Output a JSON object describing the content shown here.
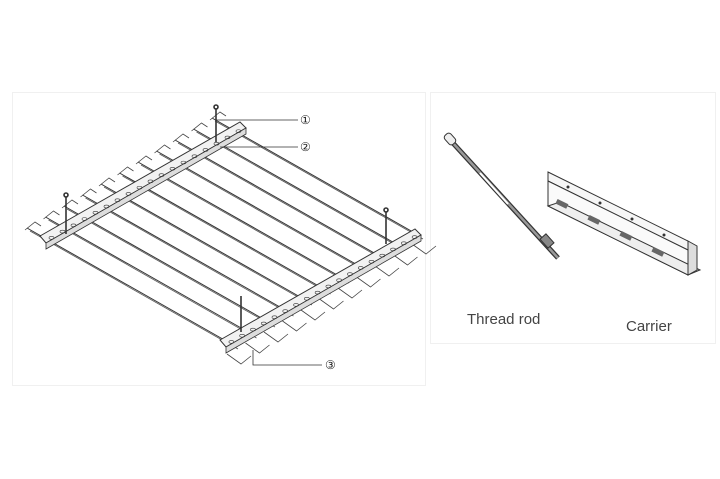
{
  "callouts": [
    "①",
    "②",
    "③"
  ],
  "labels": {
    "thread_rod": "Thread rod",
    "carrier": "Carrier"
  },
  "colors": {
    "line": "#333333",
    "fill": "#f4f4f4"
  }
}
